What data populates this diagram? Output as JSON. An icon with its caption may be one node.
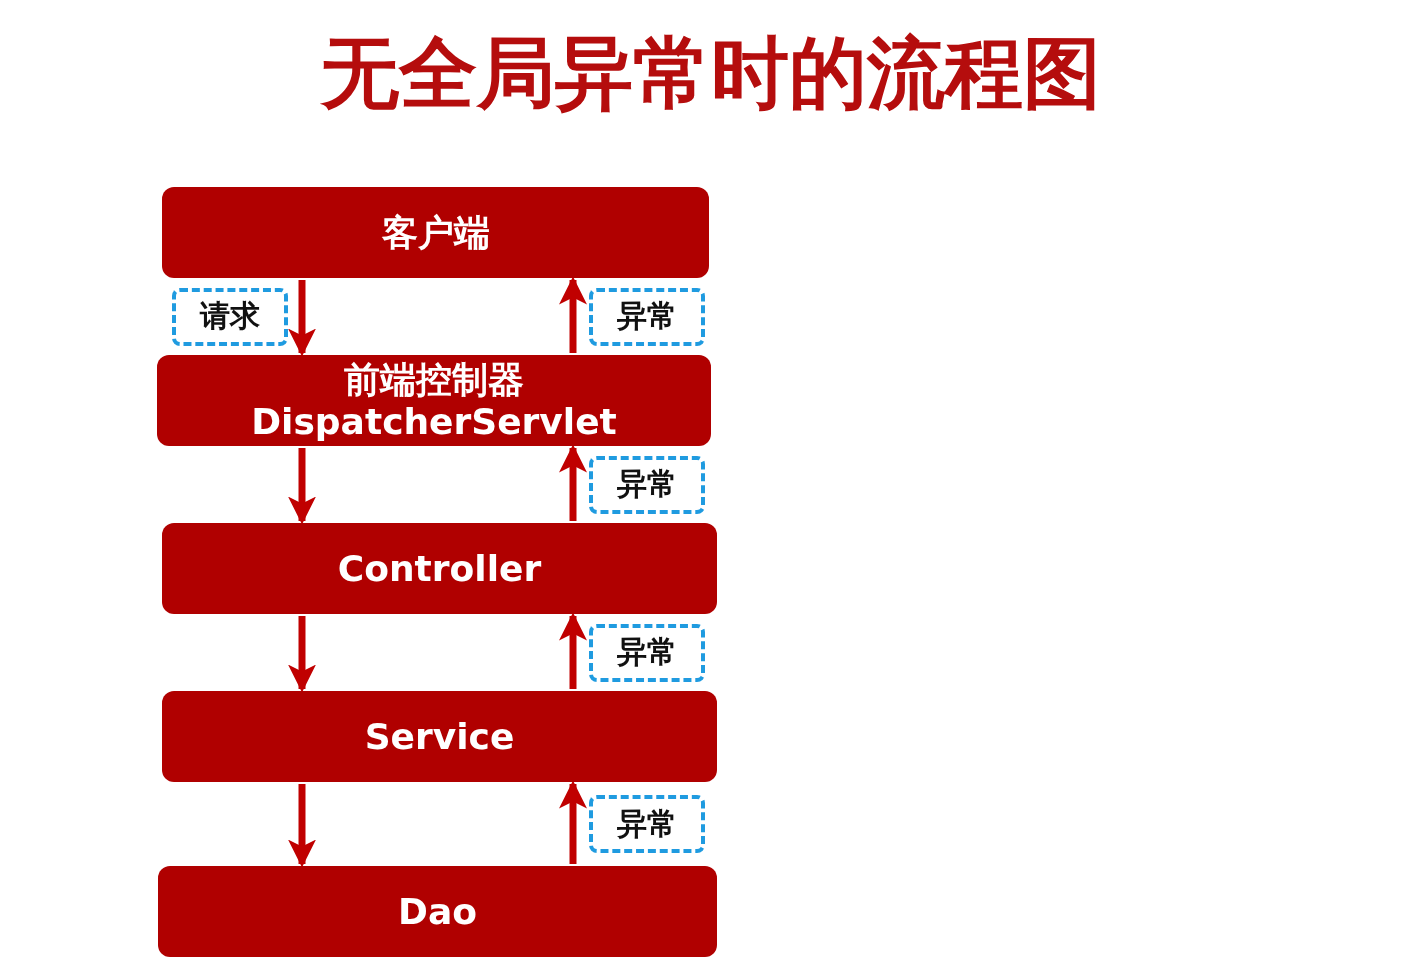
{
  "diagram": {
    "title": "无全局异常时的流程图",
    "nodes": [
      {
        "text": [
          "客户端"
        ]
      },
      {
        "text": [
          "前端控制器 DispatcherServlet"
        ]
      },
      {
        "text": [
          "Controller"
        ]
      },
      {
        "text": [
          "Service"
        ]
      },
      {
        "text": [
          "Dao"
        ]
      }
    ],
    "edges": [
      {
        "from": 0,
        "to": 1,
        "arrow": "to",
        "label": "请求"
      },
      {
        "from": 1,
        "to": 0,
        "arrow": "to",
        "label": "异常"
      },
      {
        "from": 1,
        "to": 2,
        "arrow": "to"
      },
      {
        "from": 2,
        "to": 1,
        "arrow": "to",
        "label": "异常"
      },
      {
        "from": 2,
        "to": 3,
        "arrow": "to"
      },
      {
        "from": 3,
        "to": 2,
        "arrow": "to",
        "label": "异常"
      },
      {
        "from": 3,
        "to": 4,
        "arrow": "to"
      },
      {
        "from": 4,
        "to": 3,
        "arrow": "to",
        "label": "异常"
      }
    ]
  }
}
